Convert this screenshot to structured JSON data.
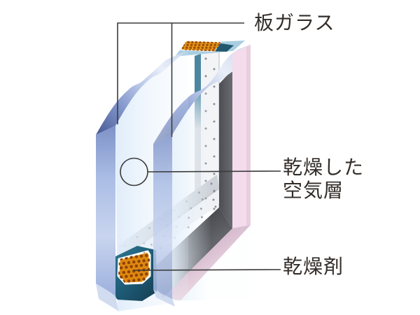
{
  "labels": {
    "glass": "板ガラス",
    "air_line1": "乾燥した",
    "air_line2": "空気層",
    "desiccant": "乾燥剤"
  },
  "colors": {
    "background": "#ffffff",
    "glass_edge_blue": "#9db0dd",
    "glass_cut_dark_blue": "#4d5e98",
    "glass_face_tint": "#e8f1fa",
    "spacer_teal_dark": "#1f5e79",
    "spacer_side_teal": "#4d86a1",
    "spacer_top_cyan": "#a9cee1",
    "spacer_bar_white": "#f3f4f6",
    "spacer_bar_shadow": "#d8dbe0",
    "perforation_dot_gray": "#878c95",
    "desiccant_orange": "#e0880f",
    "desiccant_dot_brown": "#8a4406",
    "frame_gray": "#55575b",
    "back_pane_pink": "#f4dcec",
    "back_pane_pink_edge": "#d2b5ca",
    "leader_line": "#3b3b3b",
    "label_text": "#332d29"
  }
}
